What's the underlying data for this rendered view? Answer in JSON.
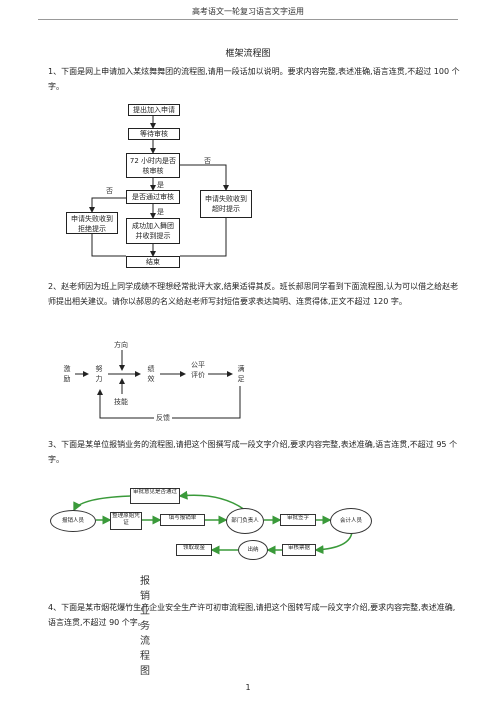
{
  "header": {
    "title": "高考语文一轮复习语言文字运用"
  },
  "doc_title": "框架流程图",
  "q1": {
    "text": "1、下面是网上申请加入某炫舞舞团的流程图,请用一段话加以说明。要求内容完整,表述准确,语言连贯,不超过 100 个字。",
    "boxes": {
      "apply": "提出加入申请",
      "wait": "等待审核",
      "review": "72 小时内是否核审核",
      "pass": "是否通过审核",
      "fail_timeout": "申请失败收到超时提示",
      "fail_reject": "申请失败收到拒绝提示",
      "success": "成功加入舞团并收到提示",
      "end": "结束"
    },
    "labels": {
      "yes1": "是",
      "no1": "否",
      "no2": "否",
      "yes2": "是"
    }
  },
  "q2": {
    "text": "2、赵老师因为班上同学成绩不理想经常批评大家,结果适得其反。班长郝思同学看到下面流程图,认为可以借之给赵老师提出相关建议。请你以郝思的名义给赵老师写封短信要求表达简明、连贯得体,正文不超过 120 字。",
    "nodes": [
      "激励",
      "努力",
      "绩效",
      "公平评价",
      "满足"
    ],
    "direction": "方向",
    "ability": "技能",
    "feedback": "反馈"
  },
  "q3": {
    "text": "3、下面是某单位报销业务的流程图,请把这个图撰写成一段文字介绍,要求内容完整,表述准确,语言连贯,不超过 95 个字。",
    "boxes": {
      "reject": "审批意见是否通过",
      "staff": "报销人员",
      "organize": "整理原始凭证",
      "fill": "填写报销单",
      "dept_head": "部门负责人",
      "sign": "审批签字",
      "accountant": "会计人员",
      "audit": "审核票据",
      "cashier": "出纳",
      "receive": "领取现金"
    },
    "caption": "报销业务流程图"
  },
  "q4": {
    "text": "4、下面是某市烟花爆竹生产企业安全生产许可初审流程图,请把这个图转写成一段文字介绍,要求内容完整,表述准确,语言连贯,不超过 90 个字。"
  },
  "page_number": "1"
}
